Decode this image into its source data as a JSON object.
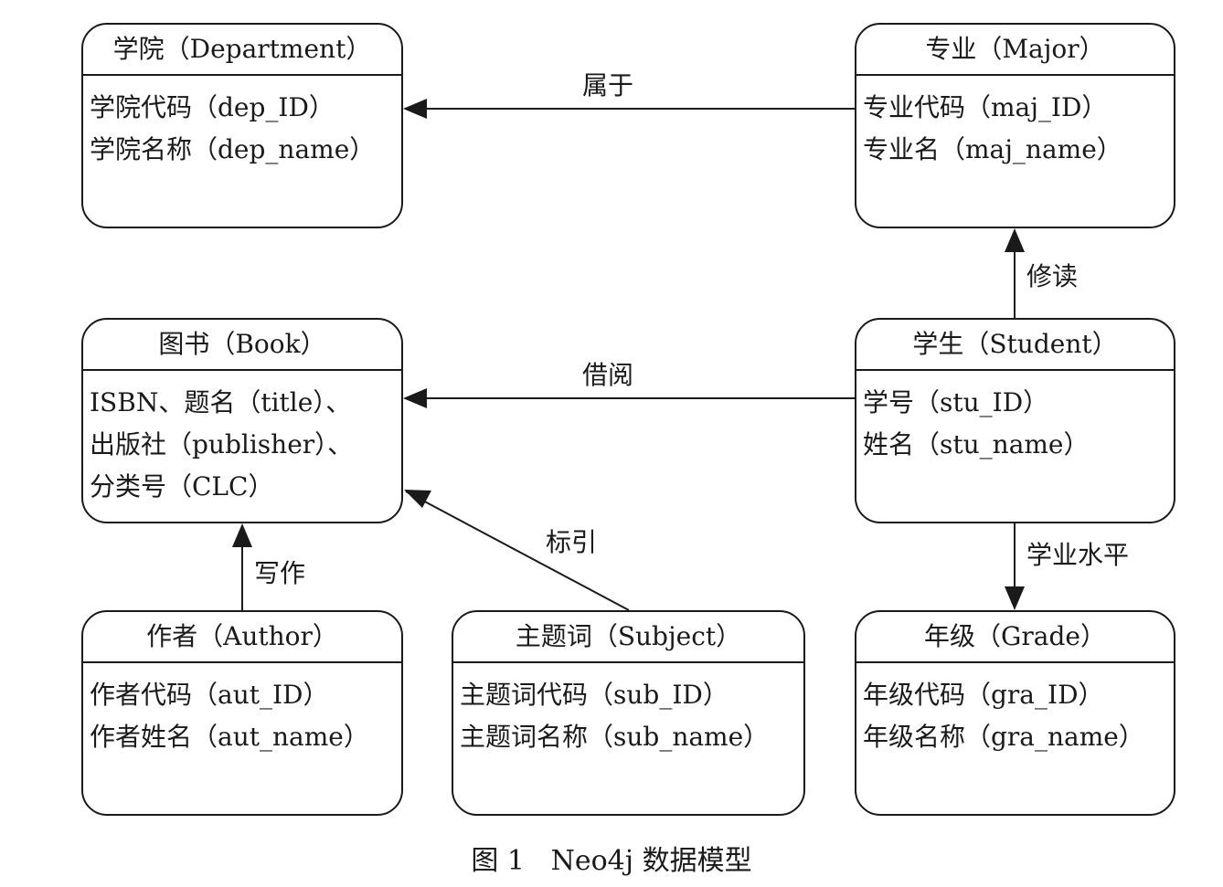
{
  "entities": {
    "department": {
      "title": "学院（Department）",
      "attributes": [
        "学院代码（dep_ID）",
        "学院名称（dep_name）"
      ]
    },
    "major": {
      "title": "专业（Major）",
      "attributes": [
        "专业代码（maj_ID）",
        "专业名（maj_name）"
      ]
    },
    "book": {
      "title": "图书（Book）",
      "attributes": [
        "ISBN、题名（title）、",
        "出版社（publisher）、",
        "分类号（CLC）"
      ]
    },
    "student": {
      "title": "学生（Student）",
      "attributes": [
        "学号（stu_ID）",
        "姓名（stu_name）"
      ]
    },
    "author": {
      "title": "作者（Author）",
      "attributes": [
        "作者代码（aut_ID）",
        "作者姓名（aut_name）"
      ]
    },
    "subject": {
      "title": "主题词（Subject）",
      "attributes": [
        "主题词代码（sub_ID）",
        "主题词名称（sub_name）"
      ]
    },
    "grade": {
      "title": "年级（Grade）",
      "attributes": [
        "年级代码（gra_ID）",
        "年级名称（gra_name）"
      ]
    }
  },
  "relationships": {
    "belongs_to": {
      "label": "属于",
      "from": "major",
      "to": "department"
    },
    "studies": {
      "label": "修读",
      "from": "student",
      "to": "major"
    },
    "borrows": {
      "label": "借阅",
      "from": "student",
      "to": "book"
    },
    "writes": {
      "label": "写作",
      "from": "author",
      "to": "book"
    },
    "indexes": {
      "label": "标引",
      "from": "subject",
      "to": "book"
    },
    "academic_level": {
      "label": "学业水平",
      "from": "student",
      "to": "grade"
    }
  },
  "caption": "图 1   Neo4j 数据模型"
}
